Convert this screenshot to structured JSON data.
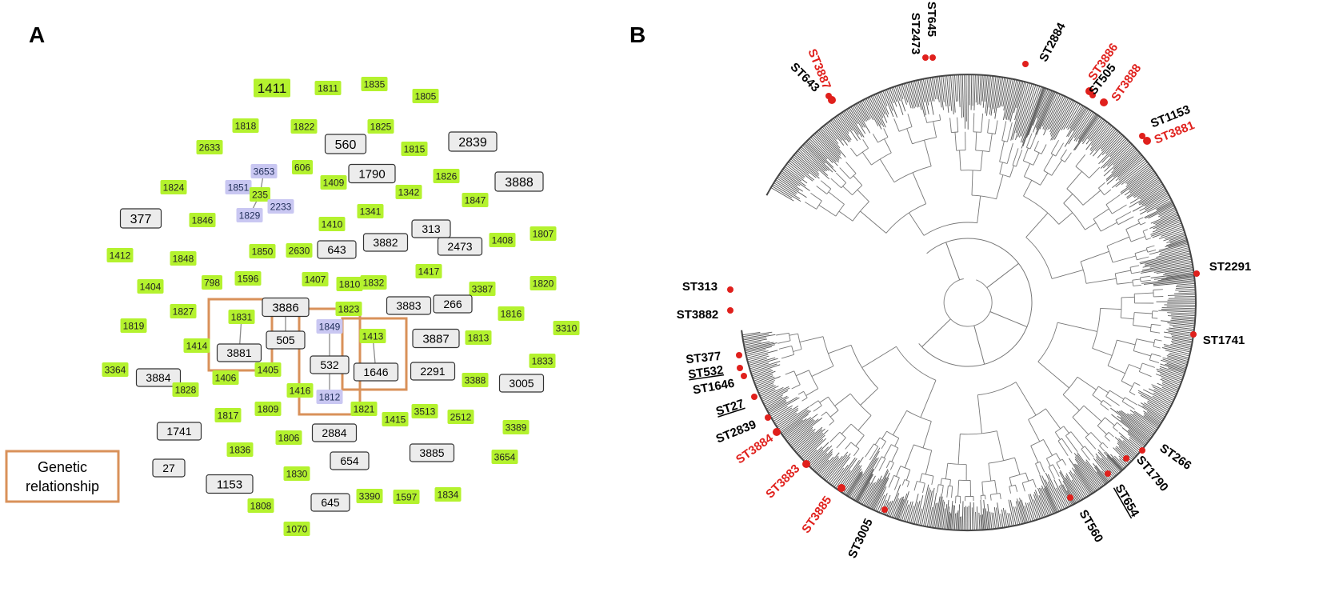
{
  "panel_a": {
    "letter": "A",
    "legend": {
      "line1": "Genetic",
      "line2": "relationship"
    },
    "nodes": [
      {
        "id": "n1411",
        "label": "1411",
        "type": "green_big"
      },
      {
        "id": "n1811",
        "label": "1811",
        "type": "green"
      },
      {
        "id": "n1835",
        "label": "1835",
        "type": "green"
      },
      {
        "id": "n1805",
        "label": "1805",
        "type": "green"
      },
      {
        "id": "n1818",
        "label": "1818",
        "type": "green"
      },
      {
        "id": "n1822",
        "label": "1822",
        "type": "green"
      },
      {
        "id": "n1825",
        "label": "1825",
        "type": "green"
      },
      {
        "id": "n560",
        "label": "560",
        "type": "box"
      },
      {
        "id": "n2839",
        "label": "2839",
        "type": "box"
      },
      {
        "id": "n2633",
        "label": "2633",
        "type": "green"
      },
      {
        "id": "n1815",
        "label": "1815",
        "type": "green"
      },
      {
        "id": "n3653",
        "label": "3653",
        "type": "purple"
      },
      {
        "id": "n606",
        "label": "606",
        "type": "green"
      },
      {
        "id": "n1790",
        "label": "1790",
        "type": "box"
      },
      {
        "id": "n1826",
        "label": "1826",
        "type": "green"
      },
      {
        "id": "n3888",
        "label": "3888",
        "type": "box"
      },
      {
        "id": "n1824",
        "label": "1824",
        "type": "green"
      },
      {
        "id": "n1851",
        "label": "1851",
        "type": "purple"
      },
      {
        "id": "n235",
        "label": "235",
        "type": "green"
      },
      {
        "id": "n1409",
        "label": "1409",
        "type": "green"
      },
      {
        "id": "n1342",
        "label": "1342",
        "type": "green"
      },
      {
        "id": "n1847",
        "label": "1847",
        "type": "green"
      },
      {
        "id": "n2233",
        "label": "2233",
        "type": "purple"
      },
      {
        "id": "n1829",
        "label": "1829",
        "type": "purple"
      },
      {
        "id": "n377",
        "label": "377",
        "type": "box"
      },
      {
        "id": "n1846",
        "label": "1846",
        "type": "green"
      },
      {
        "id": "n1341",
        "label": "1341",
        "type": "green"
      },
      {
        "id": "n1410",
        "label": "1410",
        "type": "green"
      },
      {
        "id": "n313",
        "label": "313",
        "type": "box"
      },
      {
        "id": "n3882",
        "label": "3882",
        "type": "box"
      },
      {
        "id": "n2473",
        "label": "2473",
        "type": "box"
      },
      {
        "id": "n1408",
        "label": "1408",
        "type": "green"
      },
      {
        "id": "n1807",
        "label": "1807",
        "type": "green"
      },
      {
        "id": "n1412",
        "label": "1412",
        "type": "green"
      },
      {
        "id": "n1848",
        "label": "1848",
        "type": "green"
      },
      {
        "id": "n1850",
        "label": "1850",
        "type": "green"
      },
      {
        "id": "n2630",
        "label": "2630",
        "type": "green"
      },
      {
        "id": "n643",
        "label": "643",
        "type": "box"
      },
      {
        "id": "n1417",
        "label": "1417",
        "type": "green"
      },
      {
        "id": "n1404",
        "label": "1404",
        "type": "green"
      },
      {
        "id": "n798",
        "label": "798",
        "type": "green"
      },
      {
        "id": "n1596",
        "label": "1596",
        "type": "green"
      },
      {
        "id": "n1407",
        "label": "1407",
        "type": "green"
      },
      {
        "id": "n1810",
        "label": "1810",
        "type": "green"
      },
      {
        "id": "n1832",
        "label": "1832",
        "type": "green"
      },
      {
        "id": "n3387",
        "label": "3387",
        "type": "green"
      },
      {
        "id": "n1820",
        "label": "1820",
        "type": "green"
      },
      {
        "id": "n1827",
        "label": "1827",
        "type": "green"
      },
      {
        "id": "n1831",
        "label": "1831",
        "type": "green"
      },
      {
        "id": "n3886",
        "label": "3886",
        "type": "box"
      },
      {
        "id": "n1823",
        "label": "1823",
        "type": "green"
      },
      {
        "id": "n3883",
        "label": "3883",
        "type": "box"
      },
      {
        "id": "n266",
        "label": "266",
        "type": "box"
      },
      {
        "id": "n1816",
        "label": "1816",
        "type": "green"
      },
      {
        "id": "n1819",
        "label": "1819",
        "type": "green"
      },
      {
        "id": "n505",
        "label": "505",
        "type": "box"
      },
      {
        "id": "n1849",
        "label": "1849",
        "type": "purple"
      },
      {
        "id": "n1413",
        "label": "1413",
        "type": "green"
      },
      {
        "id": "n3887",
        "label": "3887",
        "type": "box"
      },
      {
        "id": "n1813",
        "label": "1813",
        "type": "green"
      },
      {
        "id": "n3310",
        "label": "3310",
        "type": "green"
      },
      {
        "id": "n1414",
        "label": "1414",
        "type": "green"
      },
      {
        "id": "n3881",
        "label": "3881",
        "type": "box"
      },
      {
        "id": "n532",
        "label": "532",
        "type": "box"
      },
      {
        "id": "n1646",
        "label": "1646",
        "type": "box"
      },
      {
        "id": "n2291",
        "label": "2291",
        "type": "box"
      },
      {
        "id": "n1833",
        "label": "1833",
        "type": "green"
      },
      {
        "id": "n3364",
        "label": "3364",
        "type": "green"
      },
      {
        "id": "n3884",
        "label": "3884",
        "type": "box"
      },
      {
        "id": "n1406",
        "label": "1406",
        "type": "green"
      },
      {
        "id": "n1405",
        "label": "1405",
        "type": "green"
      },
      {
        "id": "n3388",
        "label": "3388",
        "type": "green"
      },
      {
        "id": "n3005",
        "label": "3005",
        "type": "box"
      },
      {
        "id": "n1828",
        "label": "1828",
        "type": "green"
      },
      {
        "id": "n1416",
        "label": "1416",
        "type": "green"
      },
      {
        "id": "n1812",
        "label": "1812",
        "type": "purple"
      },
      {
        "id": "n1809",
        "label": "1809",
        "type": "green"
      },
      {
        "id": "n1821",
        "label": "1821",
        "type": "green"
      },
      {
        "id": "n1415",
        "label": "1415",
        "type": "green"
      },
      {
        "id": "n3513",
        "label": "3513",
        "type": "green"
      },
      {
        "id": "n2512",
        "label": "2512",
        "type": "green"
      },
      {
        "id": "n1817",
        "label": "1817",
        "type": "green"
      },
      {
        "id": "n3389",
        "label": "3389",
        "type": "green"
      },
      {
        "id": "n1741",
        "label": "1741",
        "type": "box"
      },
      {
        "id": "n1806",
        "label": "1806",
        "type": "green"
      },
      {
        "id": "n2884",
        "label": "2884",
        "type": "box"
      },
      {
        "id": "n1836",
        "label": "1836",
        "type": "green"
      },
      {
        "id": "n3885",
        "label": "3885",
        "type": "box"
      },
      {
        "id": "n654",
        "label": "654",
        "type": "box"
      },
      {
        "id": "n3654",
        "label": "3654",
        "type": "green"
      },
      {
        "id": "n27",
        "label": "27",
        "type": "box"
      },
      {
        "id": "n1153",
        "label": "1153",
        "type": "box"
      },
      {
        "id": "n1830",
        "label": "1830",
        "type": "green"
      },
      {
        "id": "n645",
        "label": "645",
        "type": "box"
      },
      {
        "id": "n3390",
        "label": "3390",
        "type": "green"
      },
      {
        "id": "n1597",
        "label": "1597",
        "type": "green"
      },
      {
        "id": "n1834",
        "label": "1834",
        "type": "green"
      },
      {
        "id": "n1808",
        "label": "1808",
        "type": "green"
      },
      {
        "id": "n1070",
        "label": "1070",
        "type": "green"
      }
    ],
    "edges": [
      [
        "n235",
        "n3653"
      ],
      [
        "n235",
        "n1851"
      ],
      [
        "n235",
        "n2233"
      ],
      [
        "n235",
        "n1829"
      ],
      [
        "n1831",
        "n3881"
      ],
      [
        "n3886",
        "n505"
      ],
      [
        "n1849",
        "n532"
      ],
      [
        "n532",
        "n1812"
      ],
      [
        "n1413",
        "n1646"
      ]
    ],
    "groups": [
      {
        "id": "g1",
        "members": [
          "n1831",
          "n3881"
        ]
      },
      {
        "id": "g2",
        "members": [
          "n1849",
          "n532",
          "n1812"
        ]
      },
      {
        "id": "g3",
        "members": [
          "n1413",
          "n1646"
        ]
      }
    ]
  },
  "panel_b": {
    "letter": "B",
    "labels": [
      {
        "id": "l643",
        "text": "ST643",
        "highlight": false,
        "underline": false
      },
      {
        "id": "l3887",
        "text": "ST3887",
        "highlight": true,
        "underline": false
      },
      {
        "id": "l2473",
        "text": "ST2473",
        "highlight": false,
        "underline": false
      },
      {
        "id": "l645",
        "text": "ST645",
        "highlight": false,
        "underline": false
      },
      {
        "id": "l2884",
        "text": "ST2884",
        "highlight": false,
        "underline": false
      },
      {
        "id": "l3886",
        "text": "ST3886",
        "highlight": true,
        "underline": false
      },
      {
        "id": "l505",
        "text": "ST505",
        "highlight": false,
        "underline": false
      },
      {
        "id": "l3888",
        "text": "ST3888",
        "highlight": true,
        "underline": false
      },
      {
        "id": "l1153",
        "text": "ST1153",
        "highlight": false,
        "underline": false
      },
      {
        "id": "l3881",
        "text": "ST3881",
        "highlight": true,
        "underline": false
      },
      {
        "id": "l2291",
        "text": "ST2291",
        "highlight": false,
        "underline": false
      },
      {
        "id": "l1741",
        "text": "ST1741",
        "highlight": false,
        "underline": false
      },
      {
        "id": "l266",
        "text": "ST266",
        "highlight": false,
        "underline": false
      },
      {
        "id": "l1790",
        "text": "ST1790",
        "highlight": false,
        "underline": false
      },
      {
        "id": "l654",
        "text": "ST654",
        "highlight": false,
        "underline": true
      },
      {
        "id": "l560",
        "text": "ST560",
        "highlight": false,
        "underline": false
      },
      {
        "id": "l3005",
        "text": "ST3005",
        "highlight": false,
        "underline": false
      },
      {
        "id": "l3885",
        "text": "ST3885",
        "highlight": true,
        "underline": false
      },
      {
        "id": "l3883",
        "text": "ST3883",
        "highlight": true,
        "underline": false
      },
      {
        "id": "l3884",
        "text": "ST3884",
        "highlight": true,
        "underline": false
      },
      {
        "id": "l2839",
        "text": "ST2839",
        "highlight": false,
        "underline": false
      },
      {
        "id": "l27",
        "text": "ST27",
        "highlight": false,
        "underline": true
      },
      {
        "id": "l1646",
        "text": "ST1646",
        "highlight": false,
        "underline": false
      },
      {
        "id": "l532",
        "text": "ST532",
        "highlight": false,
        "underline": true
      },
      {
        "id": "l377",
        "text": "ST377",
        "highlight": false,
        "underline": false
      },
      {
        "id": "l3882",
        "text": "ST3882",
        "highlight": false,
        "underline": false
      },
      {
        "id": "l313",
        "text": "ST313",
        "highlight": false,
        "underline": false
      }
    ]
  },
  "colors": {
    "green": "#b4f22e",
    "purple": "#c9c7f2",
    "box_fill": "#ececec",
    "box_stroke": "#333333",
    "group_stroke": "#d9915a",
    "highlight": "#e0201c",
    "dot": "#e0201c",
    "tree": "#777777",
    "text": "#000000"
  }
}
